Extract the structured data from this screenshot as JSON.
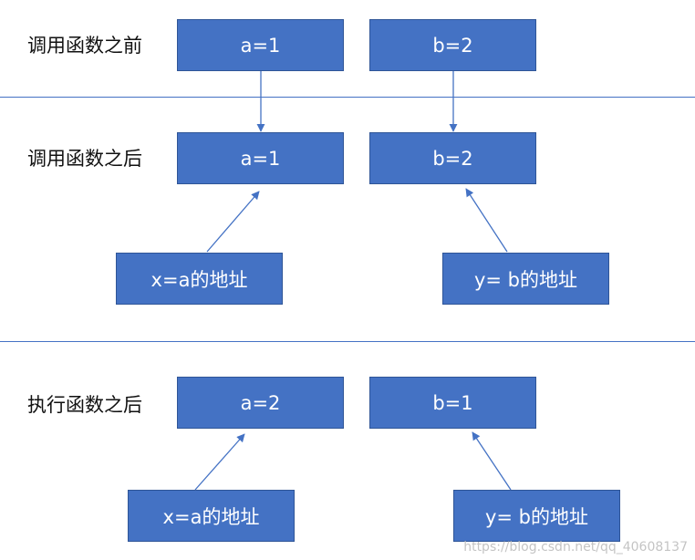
{
  "colors": {
    "box_fill": "#4472c4",
    "line": "#4472c4",
    "text_on_box": "#ffffff"
  },
  "sections": {
    "before": {
      "title": "调用函数之前",
      "box_a": "a=1",
      "box_b": "b=2"
    },
    "after_call": {
      "title": "调用函数之后",
      "box_a": "a=1",
      "box_b": "b=2",
      "ptr_x": "x=a的地址",
      "ptr_y": "y= b的地址"
    },
    "after_exec": {
      "title": "执行函数之后",
      "box_a": "a=2",
      "box_b": "b=1",
      "ptr_x": "x=a的地址",
      "ptr_y": "y= b的地址"
    }
  },
  "watermark": "https://blog.csdn.net/qq_40608137"
}
